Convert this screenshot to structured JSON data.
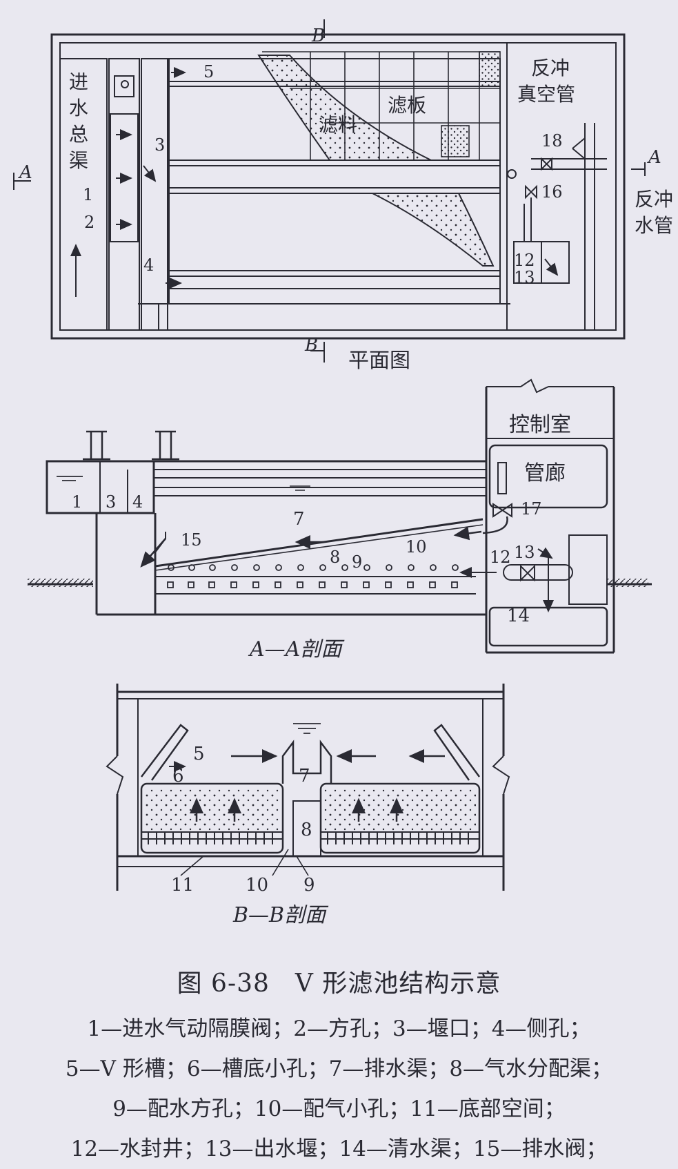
{
  "plan": {
    "label_a": "A",
    "label_a2": "A",
    "label_b_top": "B",
    "label_b_bottom": "B",
    "inlet_channel": "进水总渠",
    "filter_media": "滤料",
    "filter_plate": "滤板",
    "backwash_vacuum_pipe": "反冲真空管",
    "backwash_water_pipe": "反冲水管",
    "n1": "1",
    "n2": "2",
    "n3": "3",
    "n4": "4",
    "n5": "5",
    "n12": "12",
    "n13": "13",
    "n16": "16",
    "n18": "18",
    "view_title": "平面图"
  },
  "section_aa": {
    "control_room": "控制室",
    "pipe_gallery": "管廊",
    "n1": "1",
    "n3": "3",
    "n4": "4",
    "n7": "7",
    "n8": "8",
    "n9": "9",
    "n10": "10",
    "n12": "12",
    "n13": "13",
    "n14": "14",
    "n15": "15",
    "n17": "17",
    "view_title": "A—A剖面"
  },
  "section_bb": {
    "n5": "5",
    "n6": "6",
    "n7": "7",
    "n8": "8",
    "n9": "9",
    "n10": "10",
    "n11": "11",
    "view_title": "B—B剖面"
  },
  "caption": {
    "title": "图 6-38　V 形滤池结构示意",
    "legend_lines": [
      "1—进水气动隔膜阀；2—方孔；3—堰口；4—侧孔；",
      "5—V 形槽；6—槽底小孔；7—排水渠；8—气水分配渠；",
      "9—配水方孔；10—配气小孔；11—底部空间；",
      "12—水封井；13—出水堰；14—清水渠；15—排水阀；"
    ]
  },
  "colors": {
    "line": "#2a2a33",
    "paper": "#e9e8f0"
  }
}
